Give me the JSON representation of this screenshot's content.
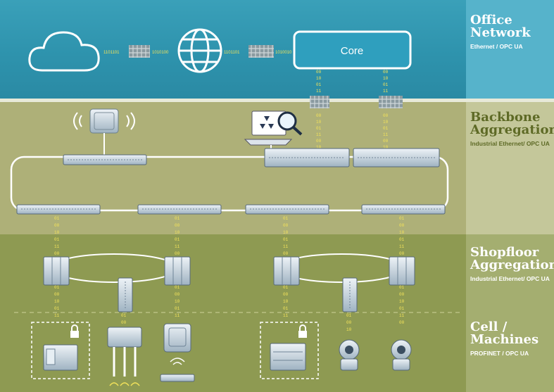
{
  "layers": {
    "office": {
      "title_1": "Office",
      "title_2": "Network",
      "subtitle": "Ethernet / OPC UA"
    },
    "backbone": {
      "title_1": "Backbone",
      "title_2": "Aggregation",
      "subtitle": "Industrial Ethernet/ OPC UA"
    },
    "shopfloor": {
      "title_1": "Shopfloor",
      "title_2": "Aggregation",
      "subtitle": "Industrial Ethernet/ OPC UA"
    },
    "cell": {
      "title_1": "Cell /",
      "title_2": "Machines",
      "subtitle": "PROFINET / OPC UA"
    }
  },
  "core": {
    "label": "Core"
  },
  "data_streams": {
    "left": "1101101",
    "right_of_cloud": "1010100",
    "left_of_core": "1101101",
    "right_of_globe": "1010010"
  },
  "colors": {
    "office_band": "#2e93ad",
    "backbone_band": "#aeb078",
    "shopfloor_band": "#8e9a52",
    "bit_color": "#f2e25a"
  },
  "icons": [
    "cloud-icon",
    "globe-icon",
    "firewall-icon",
    "wireless-access-point-icon",
    "laptop-analytics-icon",
    "switch-icon",
    "plc-icon",
    "lock-icon",
    "motor-icon",
    "sensor-icon"
  ]
}
